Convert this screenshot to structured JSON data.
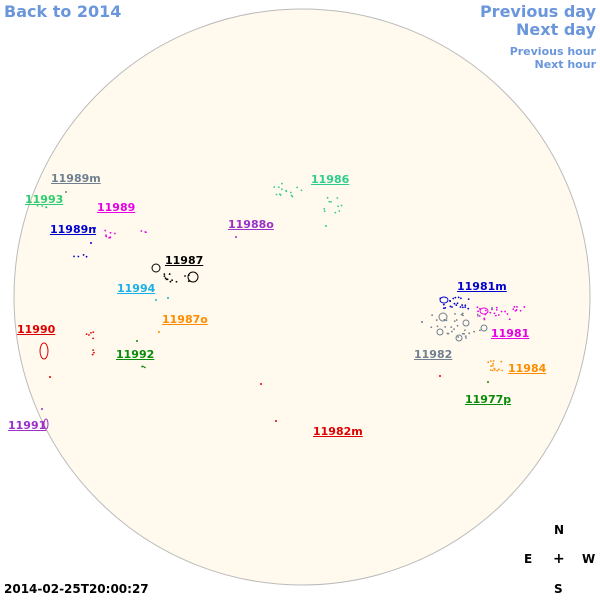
{
  "nav": {
    "back": "Back to 2014",
    "prev_day": "Previous day",
    "next_day": "Next day",
    "prev_hour": "Previous hour",
    "next_hour": "Next hour"
  },
  "colors": {
    "nav": "#6a96dc",
    "disk_fill": "#fffaed",
    "disk_stroke": "#bbbbbb"
  },
  "regions": [
    {
      "label": "11989m",
      "color": "#708090"
    },
    {
      "label": "11993",
      "color": "#2ecc71"
    },
    {
      "label": "11989",
      "color": "#e600e6"
    },
    {
      "label": "11989n",
      "color": "#0000cc"
    },
    {
      "label": "11986",
      "color": "#2ecc8f"
    },
    {
      "label": "11988o",
      "color": "#9b30c8"
    },
    {
      "label": "11987",
      "color": "#000000"
    },
    {
      "label": "11994",
      "color": "#1ab0e6"
    },
    {
      "label": "11987o",
      "color": "#ff8c00"
    },
    {
      "label": "11990",
      "color": "#dd0000"
    },
    {
      "label": "11992",
      "color": "#0a8a0a"
    },
    {
      "label": "11991",
      "color": "#9b30c8"
    },
    {
      "label": "11981m",
      "color": "#0000cc"
    },
    {
      "label": "11981",
      "color": "#e600e6"
    },
    {
      "label": "11982",
      "color": "#708090"
    },
    {
      "label": "11984",
      "color": "#ff8c00"
    },
    {
      "label": "11977p",
      "color": "#0a8a0a"
    },
    {
      "label": "11982m",
      "color": "#dd0000"
    }
  ],
  "compass": {
    "n": "N",
    "e": "E",
    "center": "+",
    "w": "W",
    "s": "S"
  },
  "timestamp": "2014-02-25T20:00:27"
}
